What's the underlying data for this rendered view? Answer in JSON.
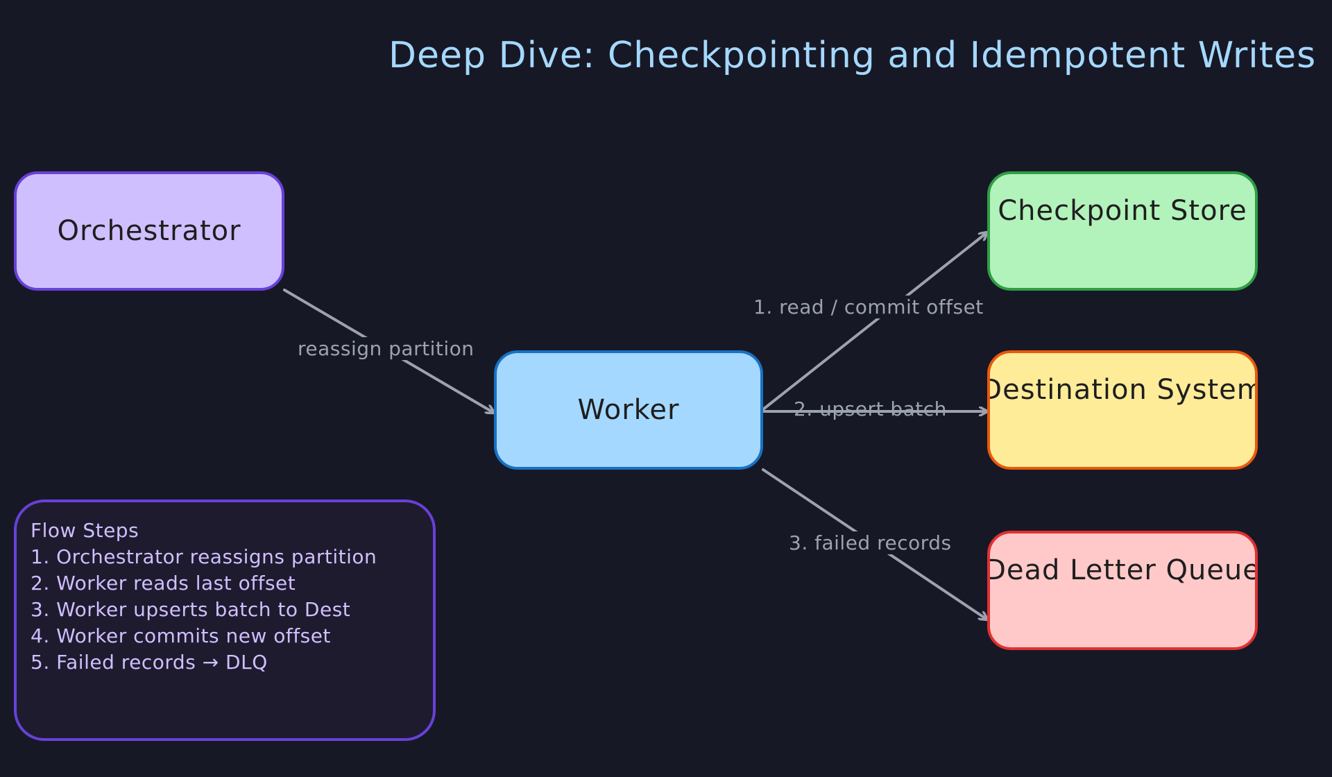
{
  "title": "Deep Dive: Checkpointing and Idempotent Writes",
  "nodes": {
    "orchestrator": {
      "label": "Orchestrator",
      "fill": "#d0bfff",
      "stroke": "#6741d9"
    },
    "worker": {
      "label": "Worker",
      "fill": "#a5d8ff",
      "stroke": "#1971c2"
    },
    "checkpoint_store": {
      "label": "Checkpoint Store",
      "fill": "#b2f2bb",
      "stroke": "#2f9e44"
    },
    "destination_system": {
      "label": "Destination System",
      "fill": "#ffec99",
      "stroke": "#e8590c"
    },
    "dead_letter_queue": {
      "label": "Dead Letter Queue",
      "fill": "#ffc9c9",
      "stroke": "#e03131"
    }
  },
  "edges": [
    {
      "from": "orchestrator",
      "to": "worker",
      "label": "reassign partition"
    },
    {
      "from": "worker",
      "to": "checkpoint_store",
      "label": "1. read / commit offset"
    },
    {
      "from": "worker",
      "to": "destination_system",
      "label": "2. upsert batch"
    },
    {
      "from": "worker",
      "to": "dead_letter_queue",
      "label": "3. failed records"
    }
  ],
  "flow_steps": {
    "heading": "Flow Steps",
    "lines": [
      "1. Orchestrator reassigns partition",
      "2. Worker reads last offset",
      "3. Worker upserts batch to Dest",
      "4. Worker commits new offset",
      "5. Failed records → DLQ"
    ]
  },
  "colors": {
    "background": "#171826",
    "title": "#a5d8ff",
    "edge": "#9ca3af"
  }
}
